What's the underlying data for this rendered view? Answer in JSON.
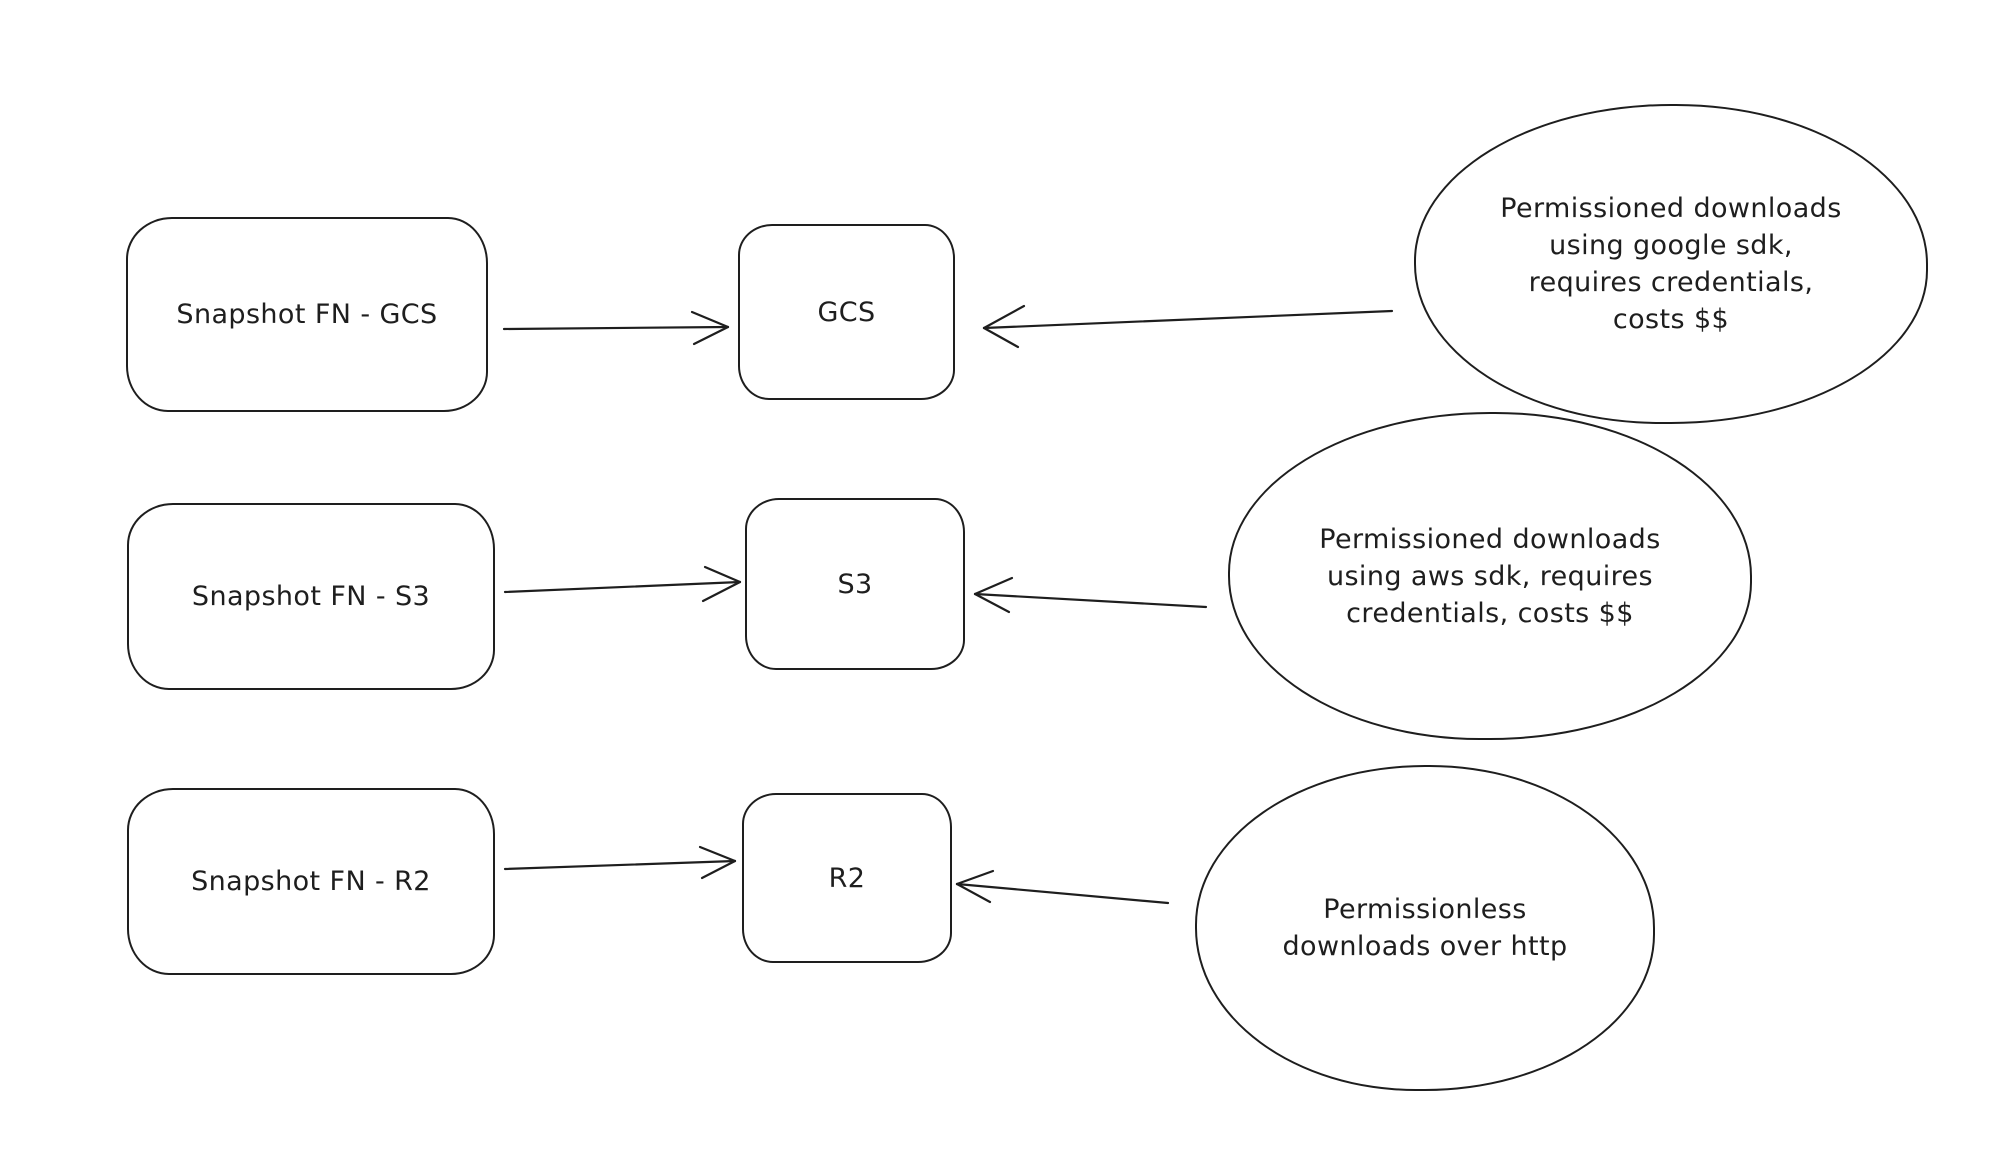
{
  "diagram": {
    "background": "#ffffff",
    "stroke_color": "#1e1e1e",
    "rows": [
      {
        "source_label": "Snapshot FN - GCS",
        "target_label": "GCS",
        "note_lines": [
          "Permissioned downloads",
          "using google sdk,",
          "requires credentials,",
          "costs $$"
        ]
      },
      {
        "source_label": "Snapshot FN - S3",
        "target_label": "S3",
        "note_lines": [
          "Permissioned downloads",
          "using aws sdk, requires",
          "credentials, costs $$"
        ]
      },
      {
        "source_label": "Snapshot FN - R2",
        "target_label": "R2",
        "note_lines": [
          "Permissionless",
          "downloads over http"
        ]
      }
    ]
  }
}
